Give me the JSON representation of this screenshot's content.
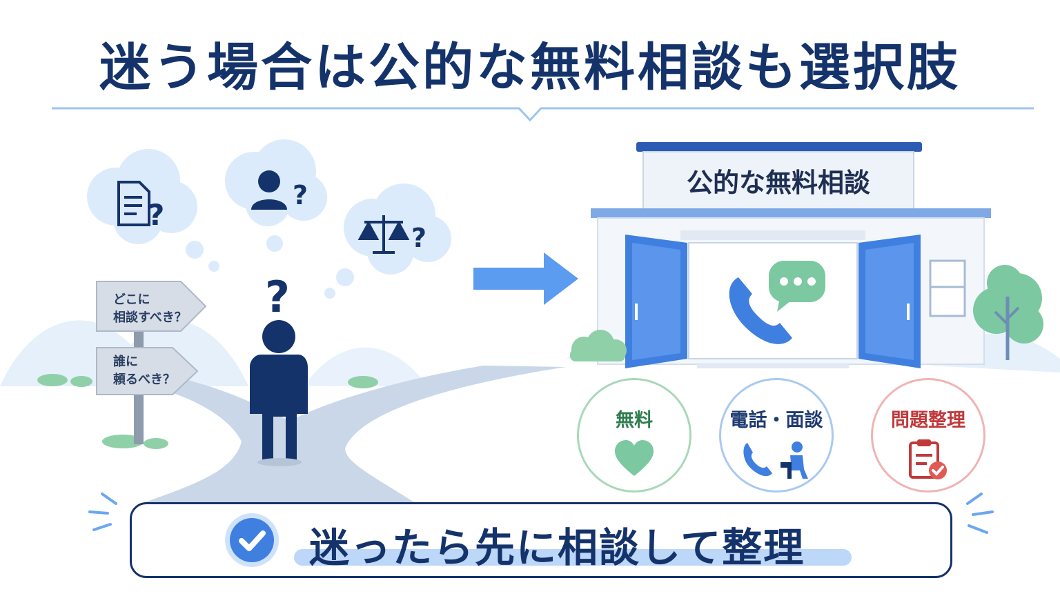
{
  "title": "迷う場合は公的な無料相談も選択肢",
  "signpost": {
    "sign1": [
      "どこに",
      "相談すべき？"
    ],
    "sign2": [
      "誰に",
      "頼るべき？"
    ]
  },
  "thought_icons": [
    "document-question-icon",
    "person-question-icon",
    "scales-question-icon"
  ],
  "person_mark": "?",
  "building": {
    "label": "公的な無料相談",
    "icons": [
      "phone-icon",
      "chat-bubble-icon"
    ]
  },
  "features": [
    {
      "label": "無料",
      "icon": "heart-icon",
      "color": "#2e7d4f",
      "border": "#a8d8b8"
    },
    {
      "label": "電話・面談",
      "icon": "phone-meeting-icon",
      "color": "#1e3a70",
      "border": "#a9c9ef"
    },
    {
      "label": "問題整理",
      "icon": "clipboard-check-icon",
      "color": "#c0393b",
      "border": "#f0b3b3"
    }
  ],
  "banner": {
    "text": "迷ったら先に相談して整理",
    "icon": "check-circle-icon"
  },
  "colors": {
    "navy": "#15336b",
    "blue": "#3f7fe0",
    "light_blue": "#dcebfb",
    "green": "#7cc8a0",
    "red": "#d9534f"
  }
}
